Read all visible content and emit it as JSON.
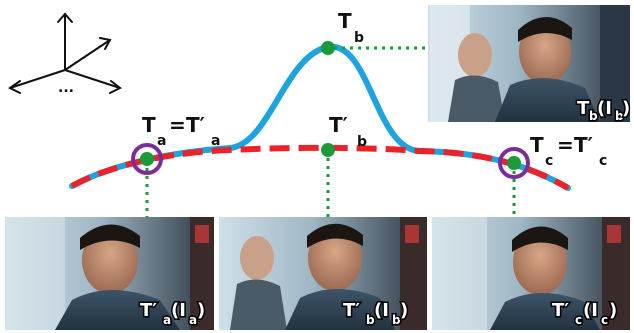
{
  "colors": {
    "curve_blue": "#1fa3e0",
    "curve_red": "#e8232a",
    "point_green": "#1a9a3a",
    "ring_purple": "#7b2d9b",
    "dotted_green": "#1a9a3a"
  },
  "icons": {
    "axes": "coordinate-axes-icon"
  },
  "labels": {
    "tb": {
      "main": "T",
      "sub": "b"
    },
    "tpb": {
      "main": "T′",
      "sub": "b"
    },
    "ta": {
      "left": "T",
      "left_sub": "a",
      "eq": "=",
      "right": "T′",
      "right_sub": "a"
    },
    "tc": {
      "left": "T",
      "left_sub": "c",
      "eq": "=",
      "right": "T′",
      "right_sub": "c"
    },
    "axes_dots": "..."
  },
  "thumbnails": {
    "top_right": {
      "main": "T",
      "sub": "b",
      "paren_open": "(I",
      "paren_sub": "b",
      "paren_close": ")"
    },
    "bottom_left": {
      "main": "T′",
      "sub": "a",
      "paren_open": "(I",
      "paren_sub": "a",
      "paren_close": ")"
    },
    "bottom_mid": {
      "main": "T′",
      "sub": "b",
      "paren_open": "(I",
      "paren_sub": "b",
      "paren_close": ")"
    },
    "bottom_right": {
      "main": "T′",
      "sub": "c",
      "paren_open": "(I",
      "paren_sub": "c",
      "paren_close": ")"
    }
  }
}
